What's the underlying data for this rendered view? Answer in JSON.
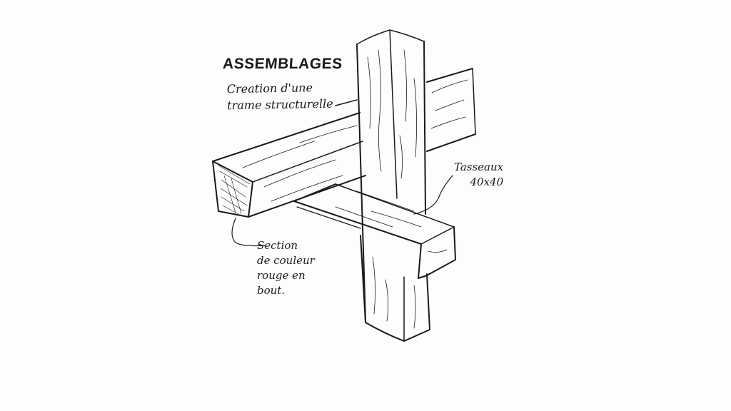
{
  "heading": {
    "title": "ASSEMBLAGES",
    "subtitle": [
      "Creation d'une",
      "trame structurelle"
    ]
  },
  "annotations": {
    "tasseaux": [
      "Tasseaux",
      "40x40"
    ],
    "section": [
      "Section",
      "de couleur",
      "rouge en",
      "bout."
    ]
  },
  "colors": {
    "ink": "#1a1a1a",
    "paper": "#fdfdfc"
  }
}
